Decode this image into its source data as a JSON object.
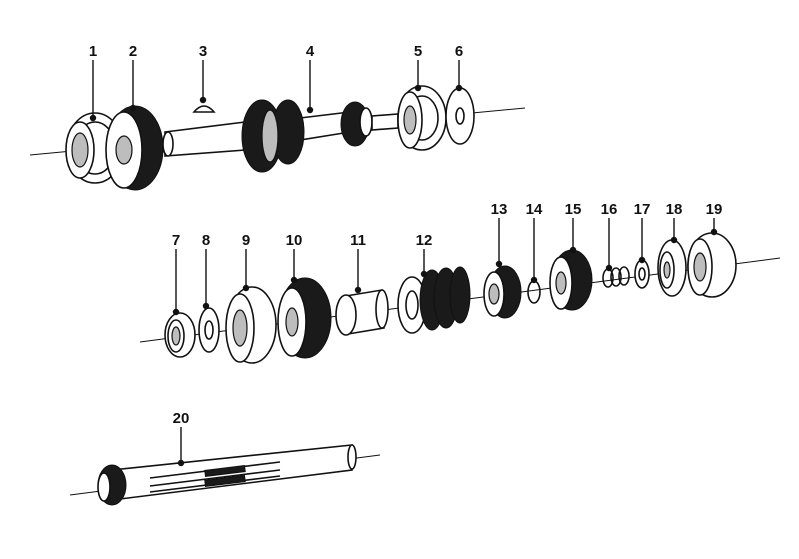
{
  "diagram": {
    "colors": {
      "ink": "#111111",
      "paper": "#ffffff",
      "shade": "#bdbdbd"
    },
    "callouts": [
      {
        "id": "1",
        "label": "1"
      },
      {
        "id": "2",
        "label": "2"
      },
      {
        "id": "3",
        "label": "3"
      },
      {
        "id": "4",
        "label": "4"
      },
      {
        "id": "5",
        "label": "5"
      },
      {
        "id": "6",
        "label": "6"
      },
      {
        "id": "7",
        "label": "7"
      },
      {
        "id": "8",
        "label": "8"
      },
      {
        "id": "9",
        "label": "9"
      },
      {
        "id": "10",
        "label": "10"
      },
      {
        "id": "11",
        "label": "11"
      },
      {
        "id": "12",
        "label": "12"
      },
      {
        "id": "13",
        "label": "13"
      },
      {
        "id": "14",
        "label": "14"
      },
      {
        "id": "15",
        "label": "15"
      },
      {
        "id": "16",
        "label": "16"
      },
      {
        "id": "17",
        "label": "17"
      },
      {
        "id": "18",
        "label": "18"
      },
      {
        "id": "19",
        "label": "19"
      },
      {
        "id": "20",
        "label": "20"
      }
    ]
  }
}
